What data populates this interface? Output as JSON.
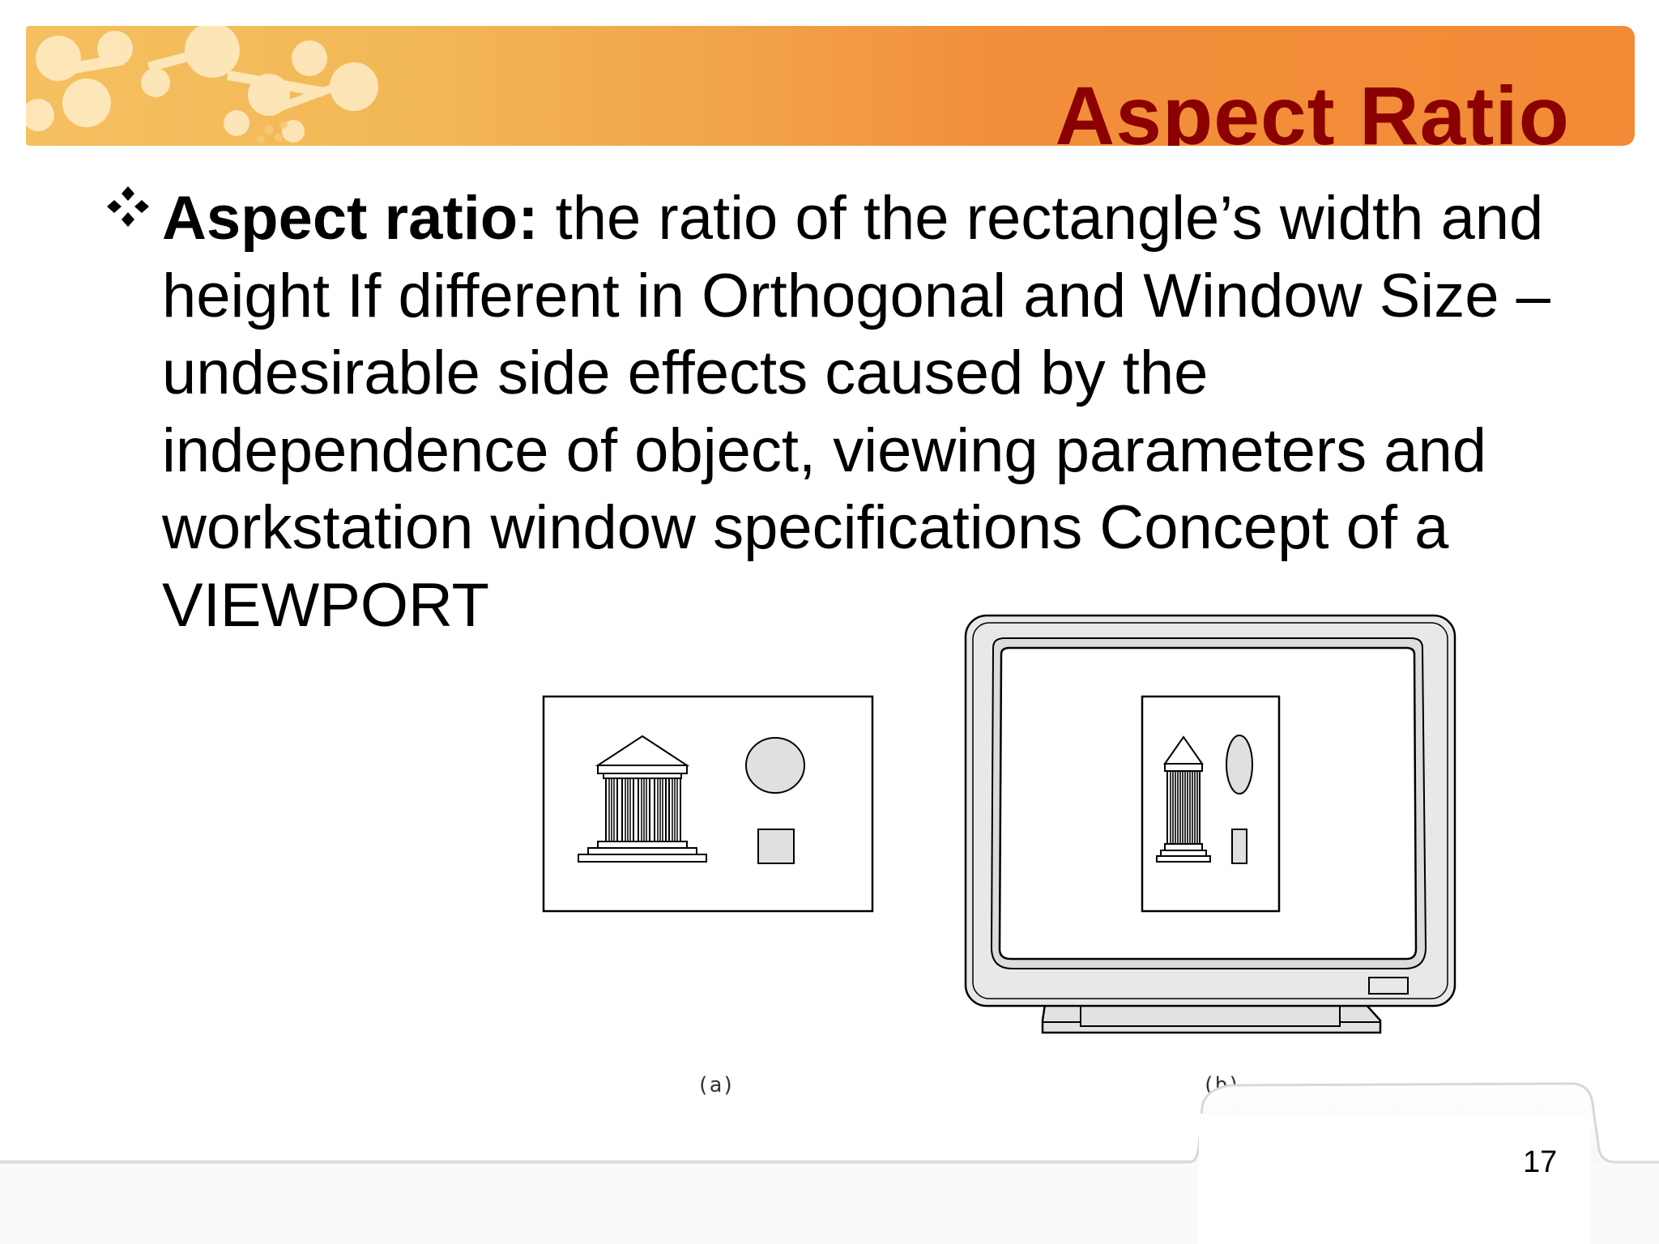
{
  "slide": {
    "title": "Aspect Ratio",
    "bullet": {
      "term": "Aspect ratio:",
      "text": " the ratio of the rectangle’s width and height If different in Orthogonal and Window Size – undesirable side effects  caused by the independence of object, viewing parameters and workstation window specifications Concept of a VIEWPORT"
    },
    "figure": {
      "caption_a": "(a)",
      "caption_b": "(b)"
    },
    "page_number": "17"
  },
  "colors": {
    "title": "#8b0000",
    "banner_start": "#f5c060",
    "banner_end": "#f28a36"
  },
  "icons": [
    "diamond-bullet-icon",
    "temple-icon",
    "circle-shape",
    "square-shape",
    "monitor-icon"
  ]
}
